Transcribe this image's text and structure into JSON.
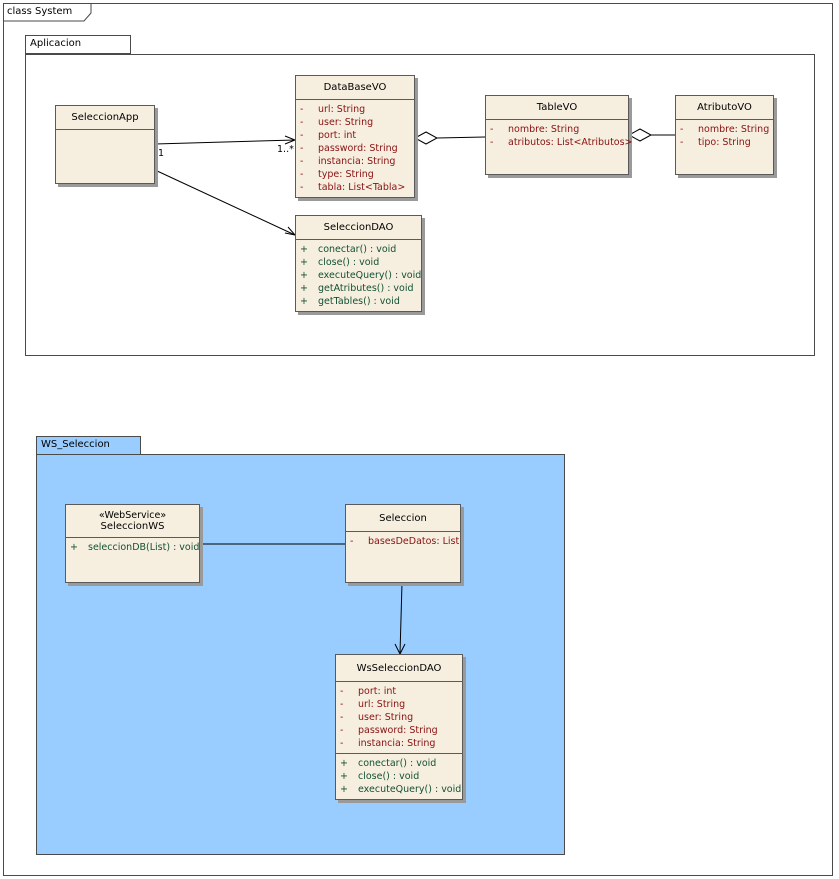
{
  "frame": {
    "title": "class System"
  },
  "packages": {
    "aplicacion": {
      "name": "Aplicacion"
    },
    "ws": {
      "name": "WS_Seleccion",
      "fill": "#99ccff"
    }
  },
  "classes": {
    "seleccion_app": {
      "name": "SeleccionApp"
    },
    "database_vo": {
      "name": "DataBaseVO",
      "attributes": [
        {
          "vis": "-",
          "text": "url:  String"
        },
        {
          "vis": "-",
          "text": "user:  String"
        },
        {
          "vis": "-",
          "text": "port:  int"
        },
        {
          "vis": "-",
          "text": "password:  String"
        },
        {
          "vis": "-",
          "text": "instancia:  String"
        },
        {
          "vis": "-",
          "text": "type:  String"
        },
        {
          "vis": "-",
          "text": "tabla:  List<Tabla>"
        }
      ]
    },
    "table_vo": {
      "name": "TableVO",
      "attributes": [
        {
          "vis": "-",
          "text": "nombre:  String"
        },
        {
          "vis": "-",
          "text": "atributos:  List<Atributos>"
        }
      ]
    },
    "atributo_vo": {
      "name": "AtributoVO",
      "attributes": [
        {
          "vis": "-",
          "text": "nombre:  String"
        },
        {
          "vis": "-",
          "text": "tipo:  String"
        }
      ]
    },
    "seleccion_dao": {
      "name": "SeleccionDAO",
      "operations": [
        {
          "vis": "+",
          "text": "conectar() : void"
        },
        {
          "vis": "+",
          "text": "close() : void"
        },
        {
          "vis": "+",
          "text": "executeQuery() : void"
        },
        {
          "vis": "+",
          "text": "getAtributes() : void"
        },
        {
          "vis": "+",
          "text": "getTables() : void"
        }
      ]
    },
    "seleccion_ws": {
      "stereotype": "«WebService»",
      "name": "SeleccionWS",
      "operations": [
        {
          "vis": "+",
          "text": "seleccionDB(List) : void"
        }
      ]
    },
    "seleccion": {
      "name": "Seleccion",
      "attributes": [
        {
          "vis": "-",
          "text": "basesDeDatos:  List"
        }
      ]
    },
    "ws_seleccion_dao": {
      "name": "WsSeleccionDAO",
      "attributes": [
        {
          "vis": "-",
          "text": "port:  int"
        },
        {
          "vis": "-",
          "text": "url:  String"
        },
        {
          "vis": "-",
          "text": "user:  String"
        },
        {
          "vis": "-",
          "text": "password:  String"
        },
        {
          "vis": "-",
          "text": "instancia:  String"
        }
      ],
      "operations": [
        {
          "vis": "+",
          "text": "conectar() : void"
        },
        {
          "vis": "+",
          "text": "close() : void"
        },
        {
          "vis": "+",
          "text": "executeQuery() : void"
        }
      ]
    }
  },
  "multiplicities": {
    "app_source": "1",
    "database_target": "1..*"
  },
  "colors": {
    "class_fill": "#f6efdf",
    "attribute_text": "#8a1111",
    "operation_text": "#125033"
  }
}
